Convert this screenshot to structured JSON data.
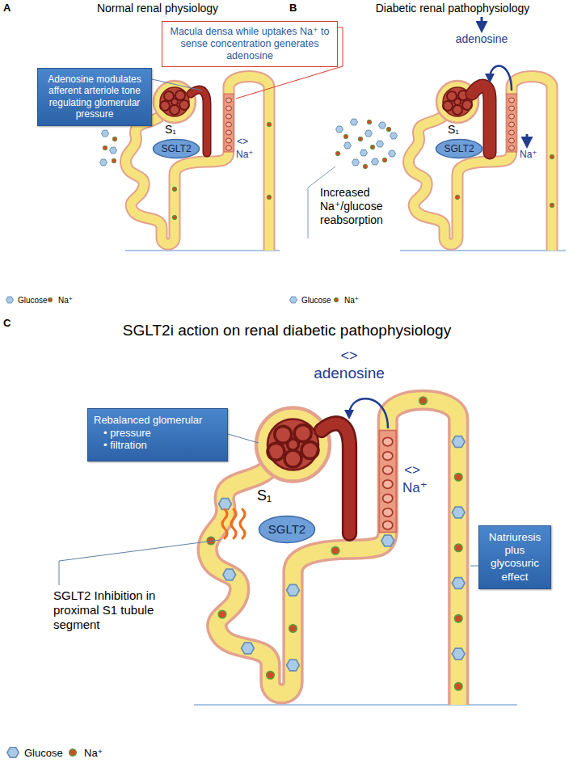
{
  "diagram": {
    "nodes": [
      {
        "text": [
          "Macula densa while uptakes Na⁺ to sense concentration generates adenosine"
        ]
      },
      {
        "text": [
          "Adenosine modulates afferent arteriole tone regulating glomerular pressure"
        ]
      },
      {
        "text": [
          "SGLT2"
        ]
      },
      {
        "text": [
          "SGLT2"
        ]
      },
      {
        "text": [
          "Rebalanced glomerular",
          "• pressure",
          "• filtration"
        ]
      },
      {
        "text": [
          "SGLT2"
        ]
      },
      {
        "text": [
          "Natriuresis plus glycosuric effect"
        ]
      }
    ],
    "labels": [
      "A",
      "Normal renal physiology",
      "B",
      "Diabetic renal pathophysiology",
      "S₁",
      "<>",
      "Na⁺",
      "adenosine",
      "S₁",
      "Na⁺",
      "Increased Na⁺/glucose reabsorption",
      "C",
      "SGLT2i action on renal diabetic pathophysiology",
      "<>",
      "adenosine",
      "S₁",
      "<>",
      "Na⁺",
      "SGLT2 Inhibition in proximal S1 tubule segment"
    ],
    "legend": [
      {
        "text": "Glucose"
      },
      {
        "text": "Na⁺"
      },
      {
        "text": "Glucose"
      },
      {
        "text": "Na⁺"
      },
      {
        "text": "Glucose"
      },
      {
        "text": "Na⁺"
      }
    ]
  }
}
